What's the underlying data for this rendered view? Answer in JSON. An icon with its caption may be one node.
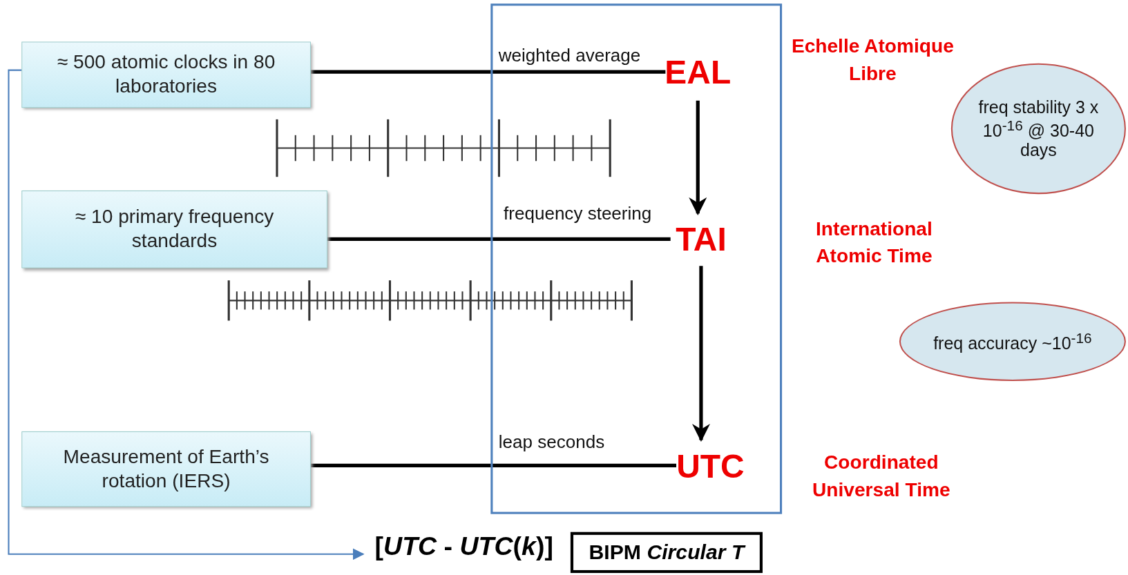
{
  "diagram": {
    "nodes": [
      {
        "text": [
          "≈ 500 atomic clocks in 80 laboratories"
        ]
      },
      {
        "text": [
          "≈ 10 primary frequency standards"
        ]
      },
      {
        "text": [
          "Measurement of Earth’s rotation (IERS)"
        ]
      },
      {
        "text": [],
        "shape": "box"
      },
      {
        "text": [
          "EAL"
        ],
        "in": 3
      },
      {
        "text": [
          "TAI"
        ],
        "in": 3
      },
      {
        "text": [
          "UTC"
        ],
        "in": 3
      },
      {
        "text": [
          "freq stability 3 x 10$^{-16}$ @ 30-40 days"
        ]
      },
      {
        "text": [
          "freq accuracy ~10$^{-16}$"
        ]
      },
      {
        "text": [
          "[*UTC* - *UTC*(*k*)]"
        ]
      },
      {
        "text": [
          "BIPM *Circular T*"
        ]
      }
    ],
    "edges": [
      {
        "from": 0,
        "to": 4,
        "arrow": "none",
        "label": "weighted average"
      },
      {
        "from": 1,
        "to": 5,
        "arrow": "none",
        "label": "frequency steering"
      },
      {
        "from": 2,
        "to": 6,
        "arrow": "none",
        "label": "leap seconds"
      },
      {
        "from": 4,
        "to": 5,
        "arrow": "to"
      },
      {
        "from": 5,
        "to": 6,
        "arrow": "to"
      },
      {
        "from": 0,
        "to": 9,
        "arrow": "to",
        "color": "#4a7ebb"
      }
    ],
    "labels": [
      "Echelle Atomique Libre",
      "International Atomic Time",
      "Coordinated Universal Time"
    ]
  }
}
